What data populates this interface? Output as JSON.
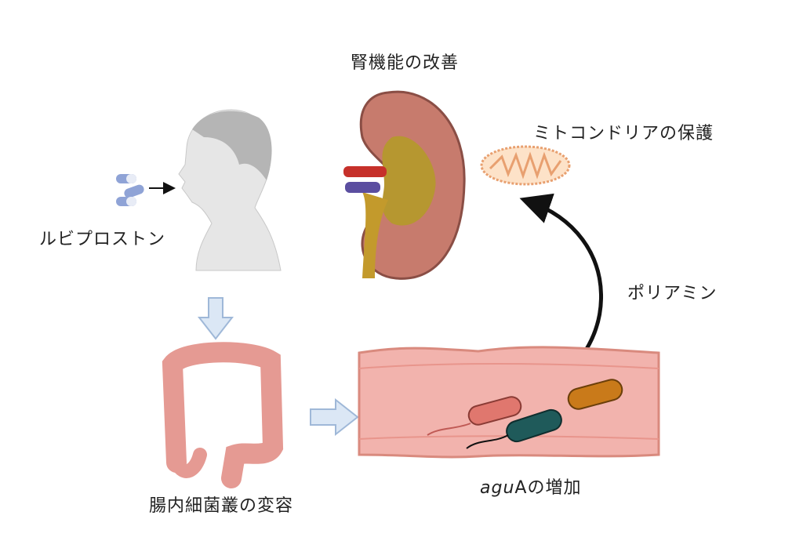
{
  "labels": {
    "kidney": "腎機能の改善",
    "mitochondria": "ミトコンドリアの保護",
    "drug": "ルビプロストン",
    "polyamine": "ポリアミン",
    "gene_italic": "agu",
    "gene_suffix": "A",
    "gene_increase": "の増加",
    "microbiota": "腸内細菌叢の変容"
  },
  "colors": {
    "arrow_hollow": "#dbe7f5",
    "arrow_outline": "#9fb8d8",
    "kidney": "#d98a7e",
    "colon": "#e59a93",
    "intestine": "#f2b3ad",
    "bacteria_red": "#e0776e",
    "bacteria_teal": "#1f5a5a",
    "bacteria_orange": "#c97a1a"
  }
}
